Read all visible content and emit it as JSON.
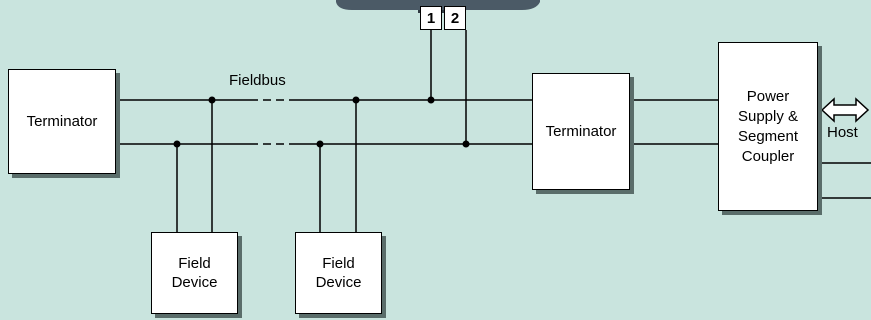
{
  "bus_label": "Fieldbus",
  "host_label": "Host",
  "connector": {
    "pin1": "1",
    "pin2": "2"
  },
  "terminator_left": "Terminator",
  "terminator_right": "Terminator",
  "field_device_1": [
    "Field",
    "Device"
  ],
  "field_device_2": [
    "Field",
    "Device"
  ],
  "power_supply": [
    "Power",
    "Supply &",
    "Segment",
    "Coupler"
  ],
  "colors": {
    "background": "#c9e4de",
    "box": "#ffffff",
    "shadow": "#5a6d6a",
    "handheld": "#4b5a66"
  }
}
